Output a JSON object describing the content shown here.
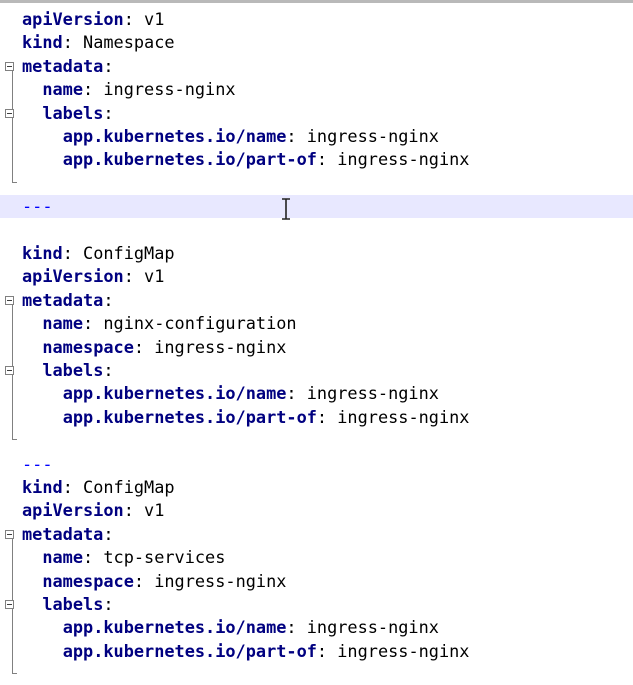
{
  "editor": {
    "lines": [
      {
        "indent": "",
        "key": "apiVersion",
        "value": "v1"
      },
      {
        "indent": "",
        "key": "kind",
        "value": "Namespace"
      },
      {
        "indent": "",
        "key": "metadata",
        "value": ""
      },
      {
        "indent": "  ",
        "key": "name",
        "value": "ingress-nginx"
      },
      {
        "indent": "  ",
        "key": "labels",
        "value": ""
      },
      {
        "indent": "    ",
        "key": "app.kubernetes.io/name",
        "value": "ingress-nginx"
      },
      {
        "indent": "    ",
        "key": "app.kubernetes.io/part-of",
        "value": "ingress-nginx"
      },
      {
        "indent": "",
        "key": "",
        "value": ""
      },
      {
        "indent": "",
        "key": "",
        "value": "",
        "separator": "---",
        "current": true
      },
      {
        "indent": "",
        "key": "",
        "value": ""
      },
      {
        "indent": "",
        "key": "kind",
        "value": "ConfigMap"
      },
      {
        "indent": "",
        "key": "apiVersion",
        "value": "v1"
      },
      {
        "indent": "",
        "key": "metadata",
        "value": ""
      },
      {
        "indent": "  ",
        "key": "name",
        "value": "nginx-configuration"
      },
      {
        "indent": "  ",
        "key": "namespace",
        "value": "ingress-nginx"
      },
      {
        "indent": "  ",
        "key": "labels",
        "value": ""
      },
      {
        "indent": "    ",
        "key": "app.kubernetes.io/name",
        "value": "ingress-nginx"
      },
      {
        "indent": "    ",
        "key": "app.kubernetes.io/part-of",
        "value": "ingress-nginx"
      },
      {
        "indent": "",
        "key": "",
        "value": ""
      },
      {
        "indent": "",
        "key": "",
        "value": "",
        "separator": "---"
      },
      {
        "indent": "",
        "key": "kind",
        "value": "ConfigMap"
      },
      {
        "indent": "",
        "key": "apiVersion",
        "value": "v1"
      },
      {
        "indent": "",
        "key": "metadata",
        "value": ""
      },
      {
        "indent": "  ",
        "key": "name",
        "value": "tcp-services"
      },
      {
        "indent": "  ",
        "key": "namespace",
        "value": "ingress-nginx"
      },
      {
        "indent": "  ",
        "key": "labels",
        "value": ""
      },
      {
        "indent": "    ",
        "key": "app.kubernetes.io/name",
        "value": "ingress-nginx"
      },
      {
        "indent": "    ",
        "key": "app.kubernetes.io/part-of",
        "value": "ingress-nginx"
      }
    ],
    "fold_markers": [
      {
        "line": 2,
        "end": 7
      },
      {
        "line": 4,
        "end": 7
      },
      {
        "line": 12,
        "end": 18
      },
      {
        "line": 15,
        "end": 18
      },
      {
        "line": 22,
        "end": 28
      },
      {
        "line": 25,
        "end": 28
      }
    ],
    "colors": {
      "key": "#000080",
      "value": "#000000",
      "separator": "#0000ff",
      "current_line": "#e8e8ff",
      "fold": "#808080"
    },
    "cursor_icon": "text-cursor-ibeam-icon"
  }
}
